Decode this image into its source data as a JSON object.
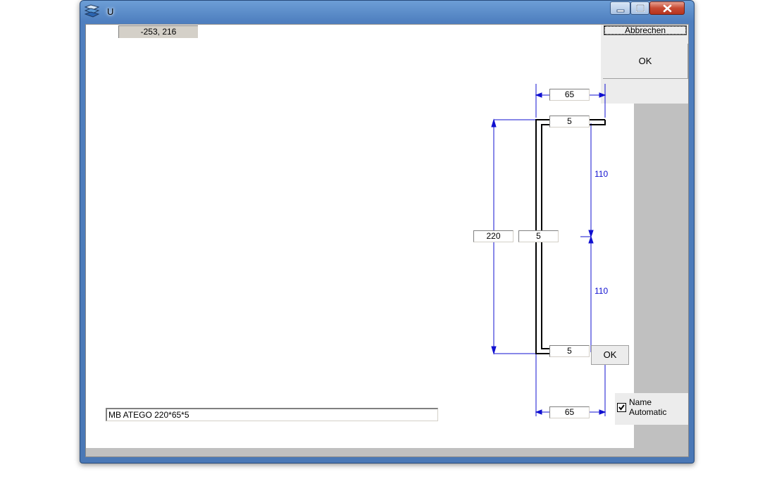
{
  "window": {
    "title": "U"
  },
  "coords": {
    "value": "-253, 216"
  },
  "buttons": {
    "cancel": "Abbrechen",
    "ok_main": "OK",
    "ok_dims": "OK"
  },
  "dimensions": {
    "top_width": "65",
    "top_flange_thickness": "5",
    "height": "220",
    "web_thickness": "5",
    "upper_half": "110",
    "lower_half": "110",
    "bottom_flange_thickness": "5",
    "bottom_width": "65"
  },
  "name_field": {
    "value": "MB ATEGO   220*65*5"
  },
  "auto_name": {
    "checked": true,
    "label_line1": "Name",
    "label_line2": "Automatic"
  },
  "colors": {
    "dimension": "#1010d0",
    "titlebar": "#4f7fbf",
    "close": "#c74a33"
  }
}
